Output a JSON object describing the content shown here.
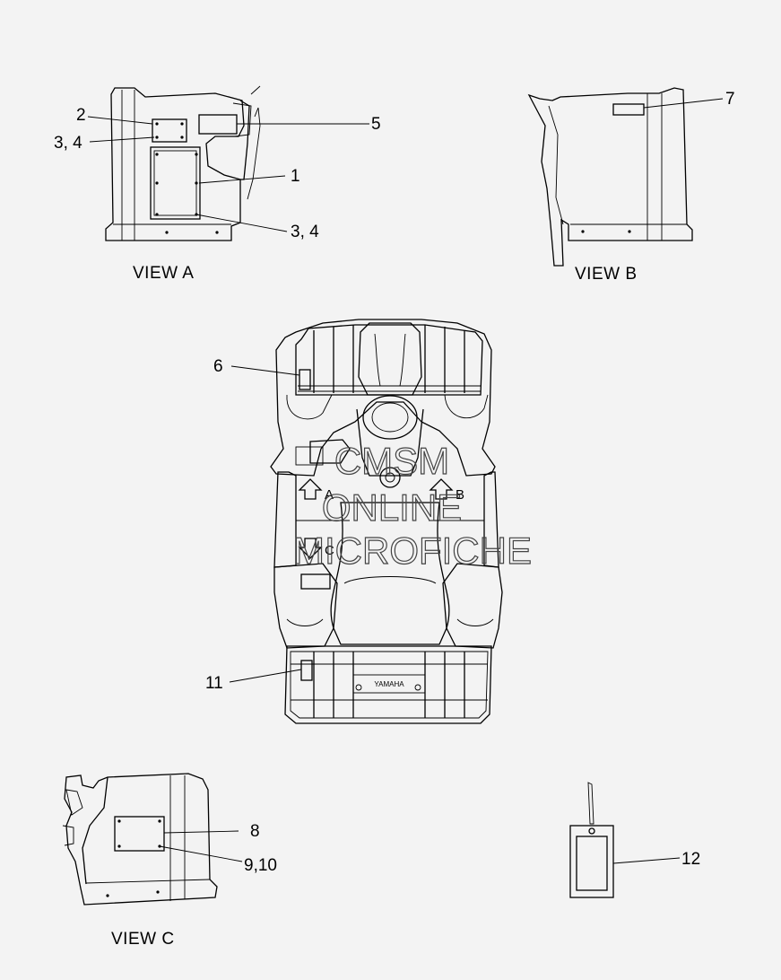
{
  "views": {
    "a": "VIEW A",
    "b": "VIEW B",
    "c": "VIEW C"
  },
  "callouts": {
    "c1": "1",
    "c2": "2",
    "c3a": "3, 4",
    "c3b": "3, 4",
    "c5": "5",
    "c6": "6",
    "c7": "7",
    "c8": "8",
    "c9": "9,10",
    "c11": "11",
    "c12": "12"
  },
  "arrows": {
    "a": "A",
    "b": "B",
    "c": "C"
  },
  "brand": "YAMAHA",
  "watermark": {
    "line1": "CMSM",
    "line2": "ONLINE",
    "line3": "MICROFICHE"
  }
}
